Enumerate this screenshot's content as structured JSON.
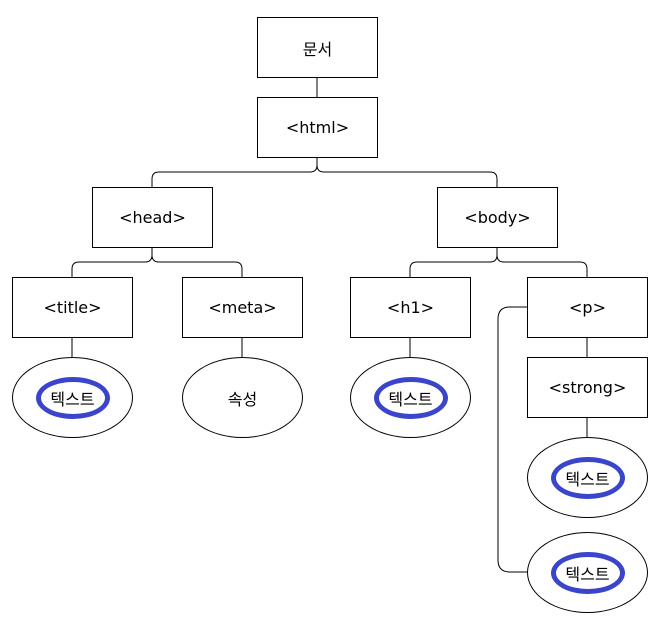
{
  "nodes": {
    "document": "문서",
    "html": "<html>",
    "head": "<head>",
    "body": "<body>",
    "title": "<title>",
    "meta": "<meta>",
    "h1": "<h1>",
    "p": "<p>",
    "strong": "<strong>"
  },
  "leaves": {
    "title_text": "텍스트",
    "meta_attr": "속성",
    "h1_text": "텍스트",
    "strong_text": "텍스트",
    "p_text": "텍스트"
  },
  "colors": {
    "line": "#000000",
    "highlight_ring": "#3a45cc"
  }
}
